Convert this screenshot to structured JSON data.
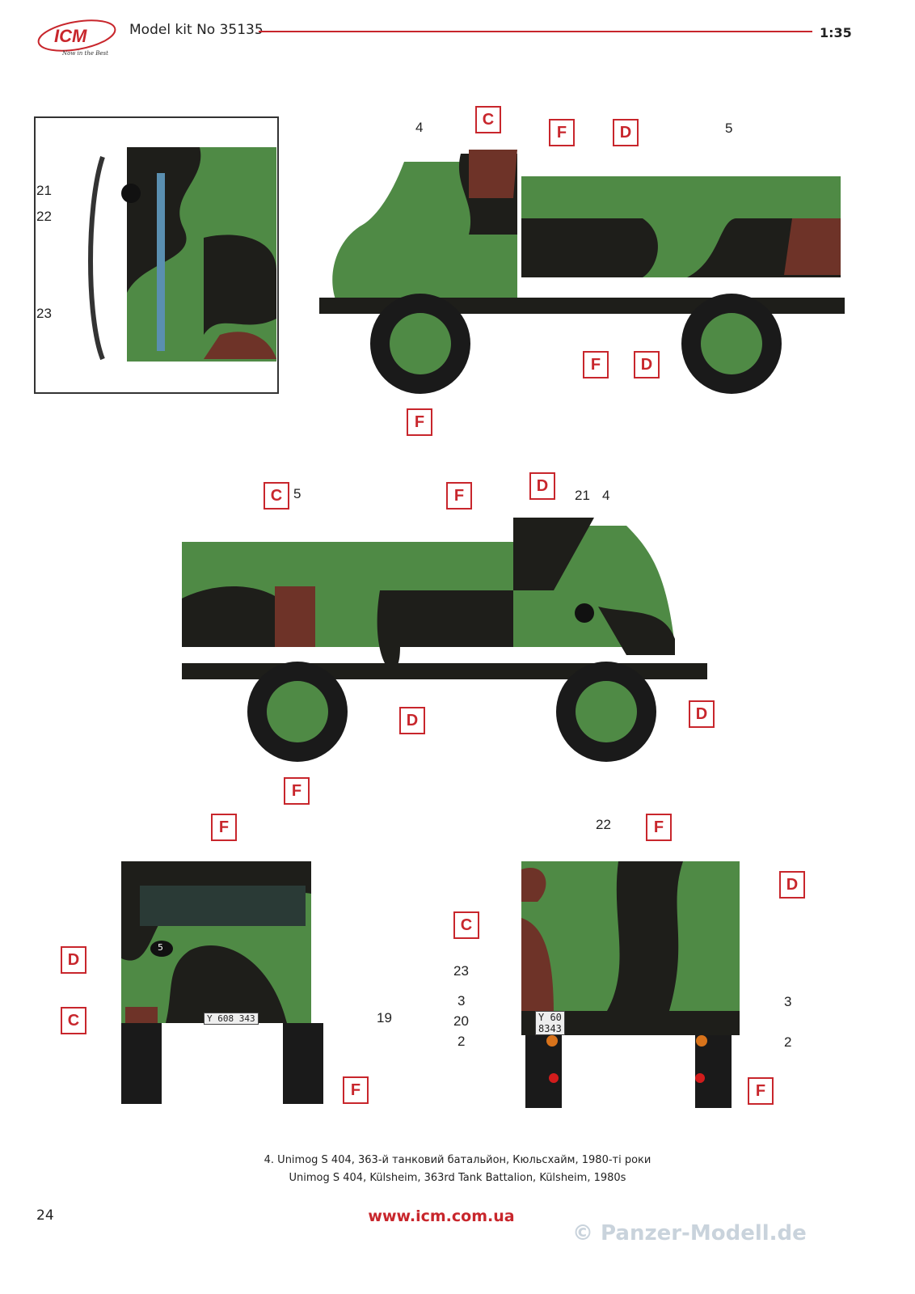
{
  "header": {
    "brand": "ICM",
    "slogan": "Now in the Best",
    "kit": "Model kit No 35135",
    "scale": "1:35"
  },
  "views": {
    "top": {
      "numbers": [
        "21",
        "22",
        "23"
      ]
    },
    "left_side": {
      "callouts": [
        "C",
        "F",
        "D",
        "F",
        "D",
        "F"
      ],
      "numbers": [
        "4",
        "5"
      ]
    },
    "right_side": {
      "callouts": [
        "C",
        "F",
        "D",
        "D",
        "D",
        "F"
      ],
      "numbers": [
        "5",
        "21",
        "4"
      ]
    },
    "front": {
      "callouts": [
        "F",
        "D",
        "C",
        "F"
      ],
      "numbers": [
        "19"
      ],
      "plate": "Y 608 343",
      "unit_number": "5"
    },
    "rear": {
      "callouts": [
        "F",
        "D",
        "C",
        "F"
      ],
      "numbers": [
        "22",
        "23",
        "3",
        "20",
        "2",
        "3",
        "2"
      ],
      "plate_1": "Y 60",
      "plate_2": "8343"
    }
  },
  "caption": {
    "line1": "4. Unimog S 404, 363-й танковий батальйон, Кюльсхайм, 1980-ті роки",
    "line2": "Unimog S 404, Külsheim, 363rd Tank Battalion, Külsheim, 1980s"
  },
  "footer": {
    "page": "24",
    "url": "www.icm.com.ua",
    "watermark": "© Panzer-Modell.de"
  },
  "colors": {
    "accent": "#c8262c",
    "green": "#4f8a45",
    "black": "#1e1e1a",
    "brown": "#6e3328"
  }
}
